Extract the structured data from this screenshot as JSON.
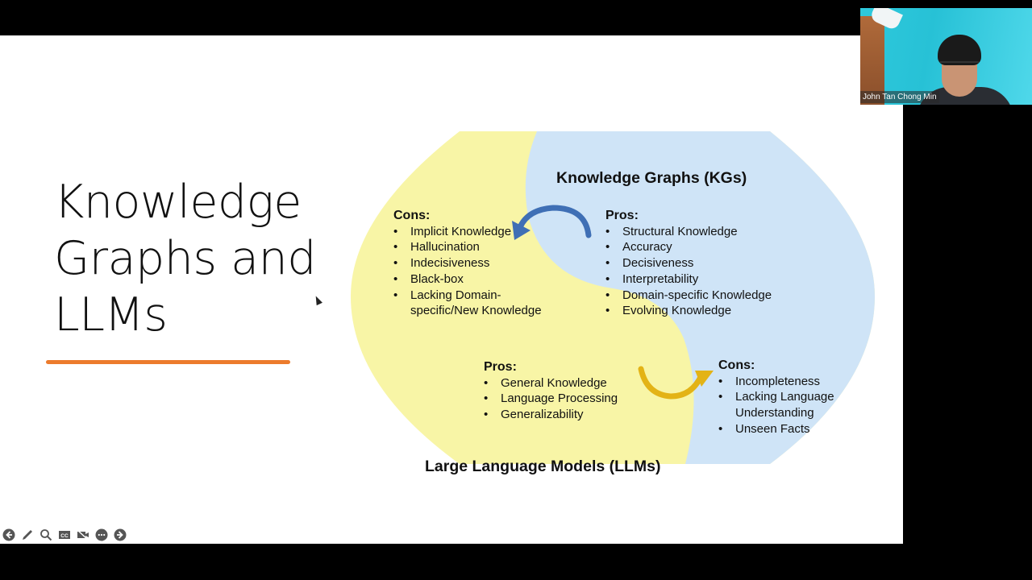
{
  "slide": {
    "title_lines": [
      "Knowledge",
      "Graphs and",
      "LLMs"
    ],
    "accent_color": "#ec7b2c",
    "diagram": {
      "kg": {
        "heading": "Knowledge Graphs (KGs)",
        "color": "#cfe4f7",
        "pros_label": "Pros:",
        "pros": [
          "Structural Knowledge",
          "Accuracy",
          "Decisiveness",
          "Interpretability",
          "Domain-specific Knowledge",
          "Evolving Knowledge"
        ],
        "cons_label": "Cons:",
        "cons": [
          "Incompleteness",
          "Lacking Language Understanding",
          "Unseen Facts"
        ],
        "cons_display": [
          [
            "Incompleteness"
          ],
          [
            "Lacking Language",
            "Understanding"
          ],
          [
            "Unseen Facts"
          ]
        ]
      },
      "llm": {
        "heading": "Large Language Models (LLMs)",
        "color": "#f8f5a6",
        "pros_label": "Pros:",
        "pros": [
          "General Knowledge",
          "Language Processing",
          "Generalizability"
        ],
        "cons_label": "Cons:",
        "cons": [
          "Implicit Knowledge",
          "Hallucination",
          "Indecisiveness",
          "Black-box",
          "Lacking Domain-specific/New Knowledge"
        ],
        "cons_display": [
          [
            "Implicit Knowledge"
          ],
          [
            "Hallucination"
          ],
          [
            "Indecisiveness"
          ],
          [
            "Black-box"
          ],
          [
            "Lacking Domain-",
            "specific/New Knowledge"
          ]
        ]
      },
      "arrows": [
        {
          "name": "kg-to-llm-arrow",
          "color": "#3f6fb5"
        },
        {
          "name": "llm-to-kg-arrow",
          "color": "#e3b316"
        }
      ]
    }
  },
  "toolbar": {
    "buttons": [
      "previous-slide",
      "pen",
      "zoom",
      "closed-captions",
      "camera-off",
      "more-options",
      "next-slide"
    ]
  },
  "video": {
    "participant_name": "John Tan Chong Min"
  }
}
